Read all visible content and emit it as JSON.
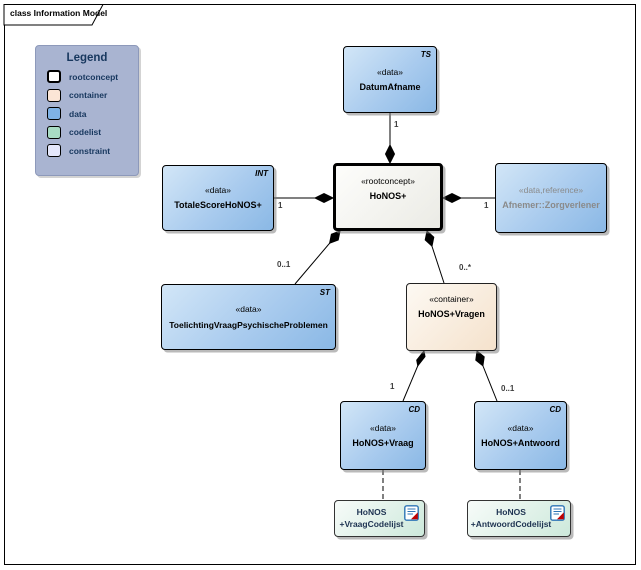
{
  "frame": {
    "title": "class Information Model"
  },
  "legend": {
    "title": "Legend",
    "items": [
      {
        "label": "rootconcept",
        "color": "#ffffff"
      },
      {
        "label": "container",
        "color": "#fbe5d6"
      },
      {
        "label": "data",
        "color": "#7fb2e6"
      },
      {
        "label": "codelist",
        "color": "#a8dcc4"
      },
      {
        "label": "constraint",
        "color": "#e4e7fb"
      }
    ]
  },
  "nodes": {
    "datum_afname": {
      "stereotype": "«data»",
      "name": "DatumAfname",
      "tag": "TS"
    },
    "honos": {
      "stereotype": "«rootconcept»",
      "name": "HoNOS+"
    },
    "totale_score": {
      "stereotype": "«data»",
      "name": "TotaleScoreHoNOS+",
      "tag": "INT"
    },
    "afnemer": {
      "stereotype": "«data,reference»",
      "name": "Afnemer::Zorgverlener"
    },
    "toelichting": {
      "stereotype": "«data»",
      "name": "ToelichtingVraagPsychischeProblemen",
      "tag": "ST"
    },
    "vragen": {
      "stereotype": "«container»",
      "name": "HoNOS+Vragen"
    },
    "vraag": {
      "stereotype": "«data»",
      "name": "HoNOS+Vraag",
      "tag": "CD"
    },
    "antwoord": {
      "stereotype": "«data»",
      "name": "HoNOS+Antwoord",
      "tag": "CD"
    },
    "vraag_codelijst": {
      "line1": "HoNOS",
      "line2": "+VraagCodelijst"
    },
    "antwoord_codelijst": {
      "line1": "HoNOS",
      "line2": "+AntwoordCodelijst"
    }
  },
  "multiplicities": {
    "datum": "1",
    "totale": "1",
    "afnemer": "1",
    "toelichting": "0..1",
    "vragen": "0..*",
    "vraag": "1",
    "antwoord": "0..1"
  },
  "colors": {
    "data_fill": "#a9cbee",
    "container_fill": "#f5e2cc",
    "codelist_fill": "#cde9db",
    "constraint_fill": "#e4e7fb",
    "rootconcept_fill": "#ffffff",
    "legend_bg": "#a9b4d1",
    "legend_text": "#17375e",
    "reference_text": "#8a8a8a",
    "connector": "#000000",
    "codelist_icon_blue": "#2e75b6",
    "codelist_icon_red": "#c00000"
  }
}
